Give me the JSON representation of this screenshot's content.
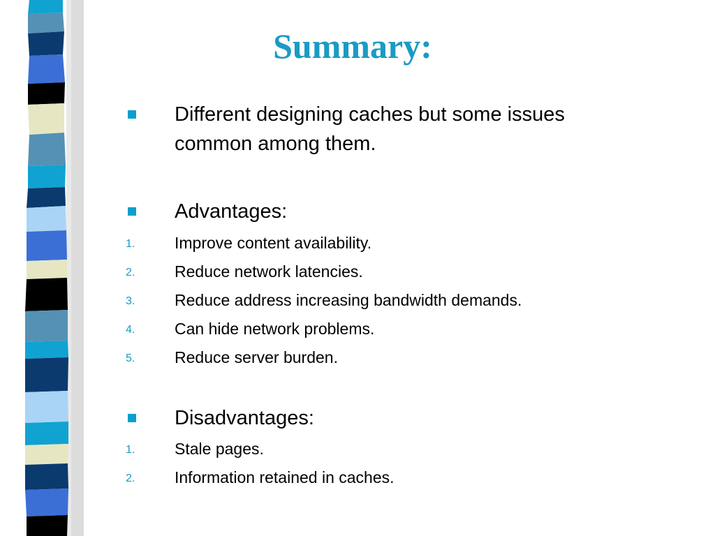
{
  "slide": {
    "title": "Summary:",
    "intro": {
      "line1": "Different designing caches but some issues",
      "line2": "common among them."
    },
    "advantages": {
      "heading": "Advantages:",
      "items": [
        {
          "num": "1.",
          "text": "Improve content availability."
        },
        {
          "num": "2.",
          "text": "Reduce network latencies."
        },
        {
          "num": "3.",
          "text": "Reduce address increasing bandwidth demands."
        },
        {
          "num": "4.",
          "text": "Can hide network problems."
        },
        {
          "num": "5.",
          "text": "Reduce server burden."
        }
      ]
    },
    "disadvantages": {
      "heading": "Disadvantages:",
      "items": [
        {
          "num": "1.",
          "text": "Stale pages."
        },
        {
          "num": "2.",
          "text": "Information retained in caches."
        }
      ]
    }
  },
  "colors": {
    "title": "#1a9bc4",
    "bullet": "#0aa0cc",
    "strip": [
      "#6fc3e6",
      "#4a8fb3",
      "#0b3a6e",
      "#3b6fd6",
      "#000000",
      "#e6e6c2",
      "#5591b4",
      "#10a3d1",
      "#a9d4f5"
    ]
  }
}
